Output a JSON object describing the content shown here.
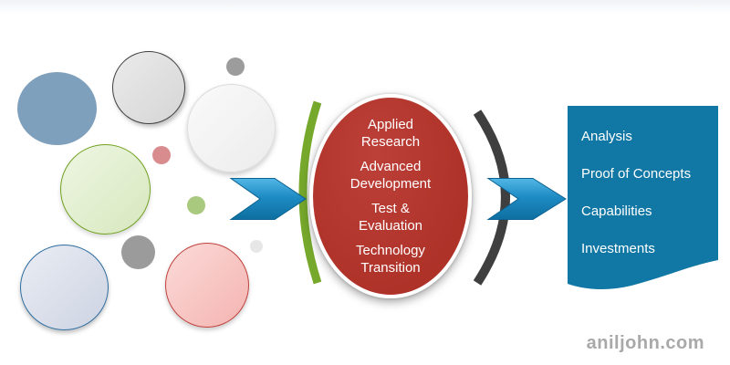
{
  "funnel": {
    "stages": [
      "Applied Research",
      "Advanced Development",
      "Test & Evaluation",
      "Technology Transition"
    ]
  },
  "outcomes": {
    "items": [
      "Analysis",
      "Proof of Concepts",
      "Capabilities",
      "Investments"
    ]
  },
  "watermark": "aniljohn.com",
  "colors": {
    "funnel-red": "#AF3229",
    "outcomes-blue": "#1177A4",
    "arrow-blue": "#1E85BB",
    "input-arc-green": "#76A82C",
    "output-arc-dark": "#3F3F3F",
    "steel-blue": "#7FA0BC",
    "watermark-gray": "#A9A9A9"
  },
  "bubbles": [
    {
      "name": "steel-blue-ellipse",
      "color": "#7FA0BC"
    },
    {
      "name": "gray-ring-circle",
      "color": "#DBDBDB"
    },
    {
      "name": "small-gray-dot",
      "color": "#9C9C9C"
    },
    {
      "name": "white-circle",
      "color": "#F2F2F2"
    },
    {
      "name": "small-pink-dot",
      "color": "#D98C8E"
    },
    {
      "name": "green-ring-circle",
      "color": "#DFEECB"
    },
    {
      "name": "small-green-dot",
      "color": "#A9C97E"
    },
    {
      "name": "medium-gray-circle",
      "color": "#9B9B9B"
    },
    {
      "name": "blue-ring-circle",
      "color": "#DCE0EB"
    },
    {
      "name": "pink-ring-circle",
      "color": "#F8CCC9"
    },
    {
      "name": "tiny-faint-dot",
      "color": "#E7E7E7"
    }
  ]
}
